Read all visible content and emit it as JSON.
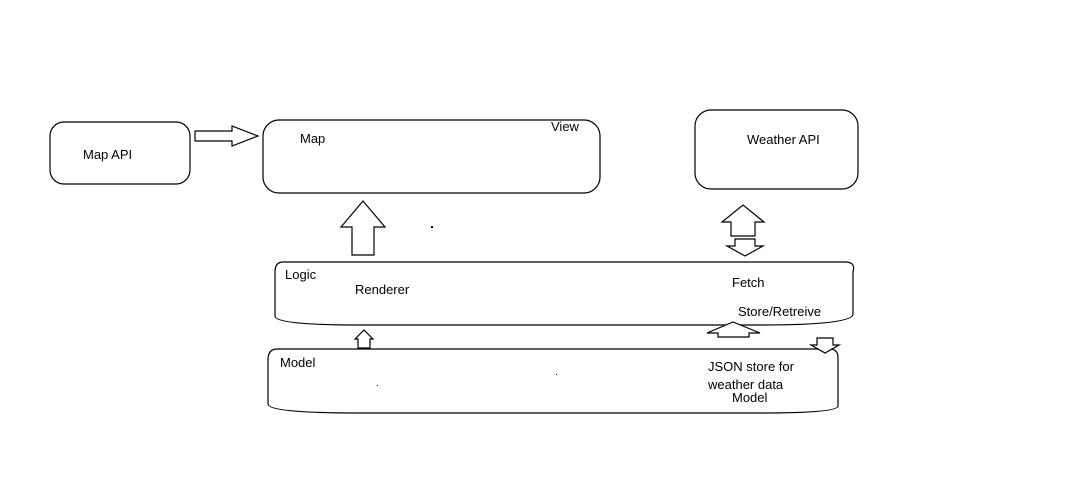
{
  "colors": {
    "stroke": "#000000",
    "fill": "#ffffff",
    "text": "#000000"
  },
  "boxes": {
    "map_api": {
      "label": "Map API"
    },
    "view": {
      "title": "View",
      "label": "Map"
    },
    "weather_api": {
      "label": "Weather API"
    }
  },
  "logic": {
    "title": "Logic",
    "renderer": "Renderer",
    "fetch": "Fetch",
    "store": "Store/Retreive"
  },
  "model": {
    "title": "Model",
    "store_line1": "JSON store for",
    "store_line2": "weather data",
    "store_line3": "Model"
  },
  "connectors": [
    {
      "name": "map-api-to-view-arrow",
      "direction": "right"
    },
    {
      "name": "logic-to-view-arrow",
      "direction": "up"
    },
    {
      "name": "logic-to-weather-api-arrow",
      "direction": "up"
    },
    {
      "name": "weather-api-to-logic-arrow",
      "direction": "down"
    },
    {
      "name": "model-to-renderer-arrow",
      "direction": "up"
    },
    {
      "name": "model-to-store-arrow",
      "direction": "up"
    },
    {
      "name": "store-to-model-arrow",
      "direction": "down"
    }
  ]
}
